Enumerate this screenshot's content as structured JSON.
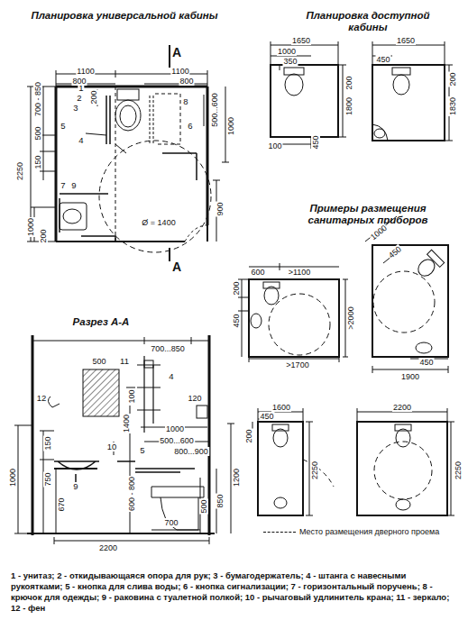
{
  "diagram": {
    "caption": "1 - унитаз; 2 - откидывающаяся опора для рук; 3 - бумагодержатель; 4 - штанга с навесными рукоятками; 5 - кнопка для слива воды; 6 - кнопка сигнализации; 7 - горизонтальный поручень; 8 - крючок для одежды; 9 - раковина с туалетной полкой; 10 - рычаговый удлинитель крана; 11 - зеркало; 12 - фен",
    "labels": [
      "Планировка универсальной кабины",
      "Планировка доступной кабины",
      "А",
      "А",
      "1100",
      "800",
      "1100",
      "800",
      "1",
      "2",
      "3",
      "4",
      "5",
      "6",
      "7",
      "8",
      "9",
      "700 - 850",
      "500",
      "150",
      "2250",
      "1000",
      "200",
      "200",
      "500...600",
      "1000",
      "900",
      "Ø = 1400",
      "1650",
      "1000",
      "350",
      "200",
      "1800",
      "100",
      "450",
      "1650",
      "450",
      "200",
      "1830",
      "Примеры размещения санитарных приборов",
      "600",
      ">1100",
      "200",
      "450",
      ">2000",
      ">1700",
      "1000",
      "450",
      "450",
      "1900",
      "Разрез А-А",
      "1600",
      "450",
      "200",
      "2250",
      "2200",
      "2250",
      "700...850",
      "500",
      "11",
      "4",
      "100",
      "120",
      "12",
      "1000",
      "500...600",
      "1400",
      "5",
      "800...900",
      "10",
      "1000",
      "150",
      "750",
      "670",
      "9",
      "600 - 800",
      "1200",
      "850",
      "500",
      "700",
      "2200"
    ],
    "legend": [
      {
        "text": "Место размещения дверного проема"
      }
    ]
  }
}
